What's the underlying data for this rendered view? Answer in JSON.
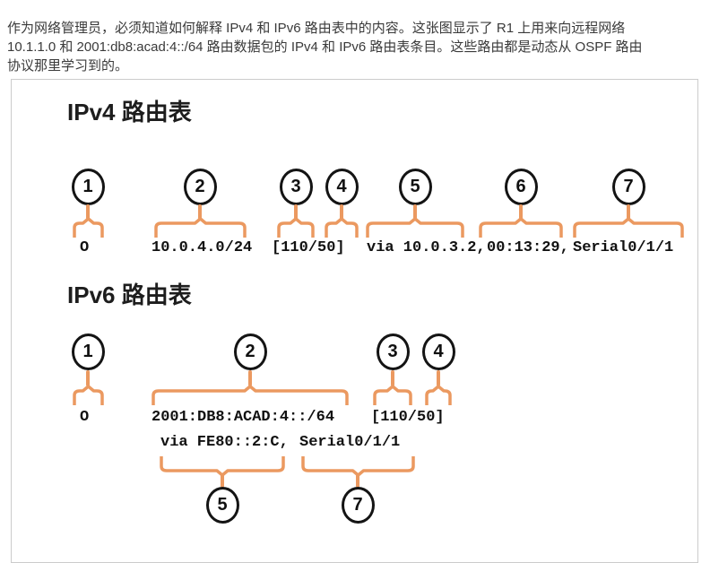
{
  "intro": {
    "lines": [
      "作为网络管理员，必须知道如何解释 IPv4 和 IPv6 路由表中的内容。这张图显示了 R1 上用来向远程网络",
      "10.1.1.0 和 2001:db8:acad:4::/64 路由数据包的 IPv4 和 IPv6 路由表条目。这些路由都是动态从 OSPF 路由",
      "协议那里学习到的。"
    ]
  },
  "colors": {
    "brace_orange": "#EB9960",
    "circle_stroke": "#141414",
    "box_border": "#cccccc"
  },
  "ipv4": {
    "title": "IPv4 路由表",
    "callouts": [
      "1",
      "2",
      "3",
      "4",
      "5",
      "6",
      "7"
    ],
    "entry": {
      "protocol": "O",
      "network": "10.0.4.0/24",
      "metric": "[110/50]",
      "next_hop": "via 10.0.3.2,",
      "timestamp": "00:13:29,",
      "interface": "Serial0/1/1"
    }
  },
  "ipv6": {
    "title": "IPv6 路由表",
    "callouts_top": [
      "1",
      "2",
      "3",
      "4"
    ],
    "callouts_bottom": [
      "5",
      "7"
    ],
    "entry_line1": {
      "protocol": "O",
      "network": "2001:DB8:ACAD:4::/64",
      "metric": "[110/50]"
    },
    "entry_line2": {
      "next_hop": "via FE80::2:C,",
      "interface": "Serial0/1/1"
    }
  }
}
